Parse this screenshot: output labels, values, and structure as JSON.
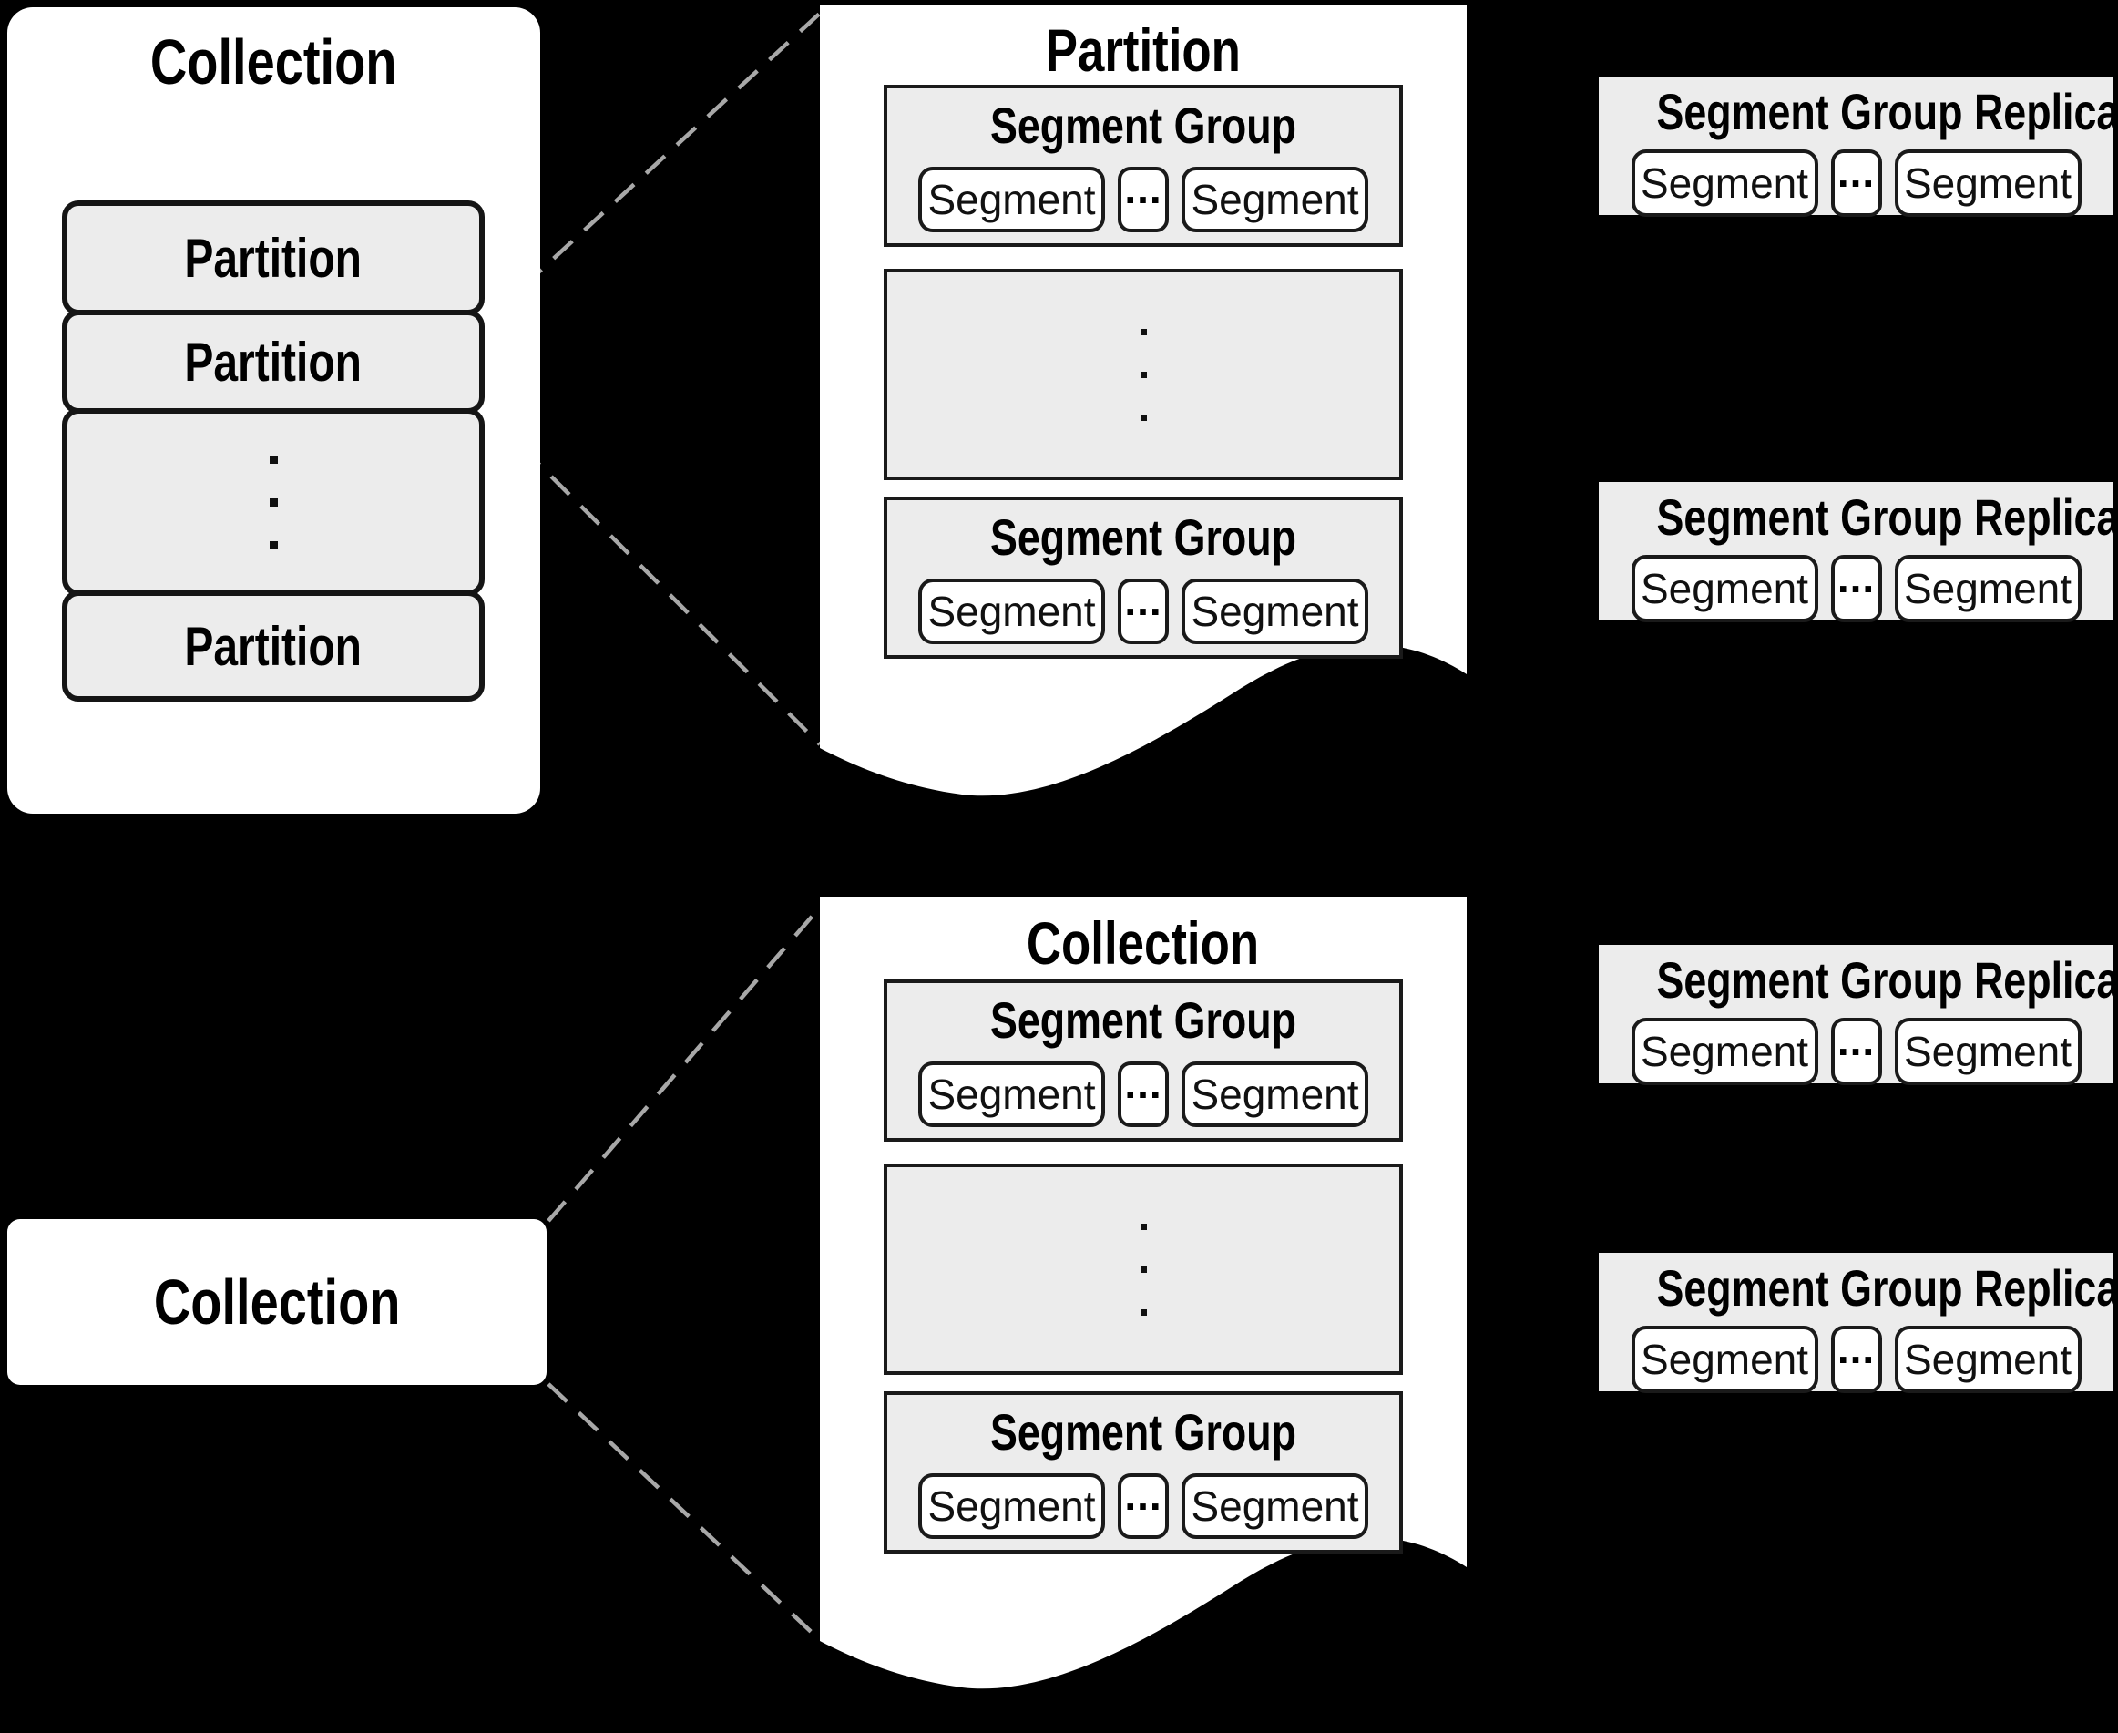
{
  "colors": {
    "background": "#000000",
    "panel_fill": "#ffffff",
    "box_fill": "#ececec",
    "box_border": "#151515",
    "segment_border": "#1a1a1a",
    "dashed_line": "#a8a8a8",
    "text": "#000000"
  },
  "top_diagram": {
    "collection_panel": {
      "title": "Collection",
      "partition1": "Partition",
      "partition2": "Partition",
      "partition3": "Partition"
    },
    "partition_paper": {
      "title": "Partition",
      "group1": {
        "title": "Segment Group",
        "segment1": "Segment",
        "dots": "...",
        "segment2": "Segment"
      },
      "group2": {
        "title": "Segment Group",
        "segment1": "Segment",
        "dots": "...",
        "segment2": "Segment"
      }
    },
    "replica1": {
      "title": "Segment Group Replica",
      "segment1": "Segment",
      "dots": "...",
      "segment2": "Segment"
    },
    "replica2": {
      "title": "Segment Group Replica",
      "segment1": "Segment",
      "dots": "...",
      "segment2": "Segment"
    }
  },
  "bottom_diagram": {
    "collection_box": {
      "title": "Collection"
    },
    "collection_paper": {
      "title": "Collection",
      "group1": {
        "title": "Segment Group",
        "segment1": "Segment",
        "dots": "...",
        "segment2": "Segment"
      },
      "group2": {
        "title": "Segment Group",
        "segment1": "Segment",
        "dots": "...",
        "segment2": "Segment"
      }
    },
    "replica1": {
      "title": "Segment Group Replica",
      "segment1": "Segment",
      "dots": "...",
      "segment2": "Segment"
    },
    "replica2": {
      "title": "Segment Group Replica",
      "segment1": "Segment",
      "dots": "...",
      "segment2": "Segment"
    }
  }
}
